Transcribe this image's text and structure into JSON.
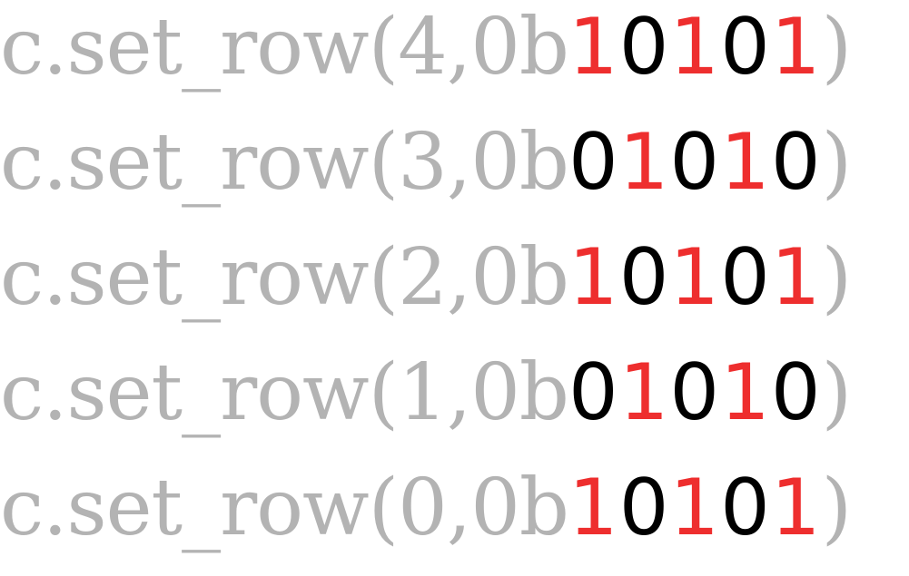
{
  "lines": [
    {
      "prefix": "c.set_row(4,0b",
      "bits": [
        "1",
        "0",
        "1",
        "0",
        "1"
      ],
      "suffix": ")"
    },
    {
      "prefix": "c.set_row(3,0b",
      "bits": [
        "0",
        "1",
        "0",
        "1",
        "0"
      ],
      "suffix": ")"
    },
    {
      "prefix": "c.set_row(2,0b",
      "bits": [
        "1",
        "0",
        "1",
        "0",
        "1"
      ],
      "suffix": ")"
    },
    {
      "prefix": "c.set_row(1,0b",
      "bits": [
        "0",
        "1",
        "0",
        "1",
        "0"
      ],
      "suffix": ")"
    },
    {
      "prefix": "c.set_row(0,0b",
      "bits": [
        "1",
        "0",
        "1",
        "0",
        "1"
      ],
      "suffix": ")"
    }
  ],
  "colors": {
    "code_text": "#b3b3b3",
    "bit_on": "#ee2e2e",
    "bit_off": "#000000",
    "background": "#ffffff"
  }
}
